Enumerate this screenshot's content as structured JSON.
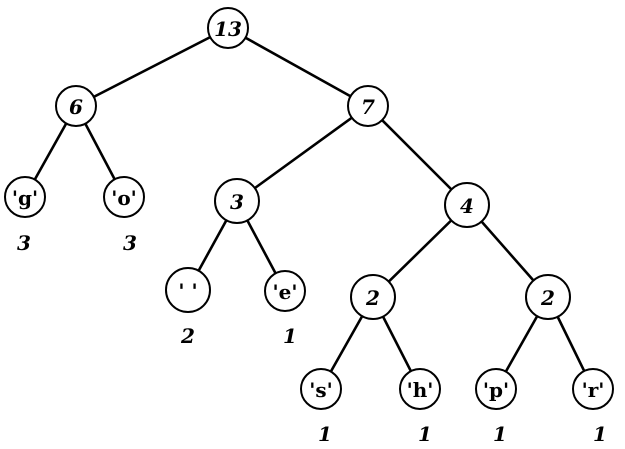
{
  "tree": {
    "nodes": [
      {
        "id": "n13",
        "label": "13",
        "kind": "weight"
      },
      {
        "id": "n6",
        "label": "6",
        "kind": "weight"
      },
      {
        "id": "n7",
        "label": "7",
        "kind": "weight"
      },
      {
        "id": "g",
        "label": "'g'",
        "kind": "char",
        "freq": "3"
      },
      {
        "id": "o",
        "label": "'o'",
        "kind": "char",
        "freq": "3"
      },
      {
        "id": "n3",
        "label": "3",
        "kind": "weight"
      },
      {
        "id": "n4",
        "label": "4",
        "kind": "weight"
      },
      {
        "id": "space",
        "label": "' '",
        "kind": "char",
        "freq": "2"
      },
      {
        "id": "e",
        "label": "'e'",
        "kind": "char",
        "freq": "1"
      },
      {
        "id": "n2a",
        "label": "2",
        "kind": "weight"
      },
      {
        "id": "n2b",
        "label": "2",
        "kind": "weight"
      },
      {
        "id": "s",
        "label": "'s'",
        "kind": "char",
        "freq": "1"
      },
      {
        "id": "h",
        "label": "'h'",
        "kind": "char",
        "freq": "1"
      },
      {
        "id": "p",
        "label": "'p'",
        "kind": "char",
        "freq": "1"
      },
      {
        "id": "r",
        "label": "'r'",
        "kind": "char",
        "freq": "1"
      }
    ],
    "edges": [
      [
        "n13",
        "n6"
      ],
      [
        "n13",
        "n7"
      ],
      [
        "n6",
        "g"
      ],
      [
        "n6",
        "o"
      ],
      [
        "n7",
        "n3"
      ],
      [
        "n7",
        "n4"
      ],
      [
        "n3",
        "space"
      ],
      [
        "n3",
        "e"
      ],
      [
        "n4",
        "n2a"
      ],
      [
        "n4",
        "n2b"
      ],
      [
        "n2a",
        "s"
      ],
      [
        "n2a",
        "h"
      ],
      [
        "n2b",
        "p"
      ],
      [
        "n2b",
        "r"
      ]
    ]
  }
}
